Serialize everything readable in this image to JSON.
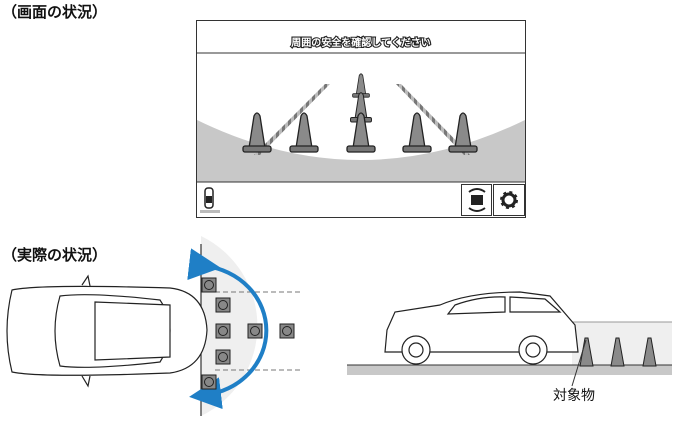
{
  "screen_label": "（画面の状況）",
  "actual_label": "（実際の状況）",
  "screen": {
    "message": "周囲の安全を確認してください",
    "buttons": [
      {
        "name": "camera-switch",
        "icon": "view-switch-icon"
      },
      {
        "name": "settings",
        "icon": "gear-icon"
      }
    ]
  },
  "object_label": "対象物",
  "colors": {
    "arrow": "#1f7fc6",
    "cone": "#8a8a8a",
    "ground": "#c8c8c8",
    "range": "#efefef"
  }
}
